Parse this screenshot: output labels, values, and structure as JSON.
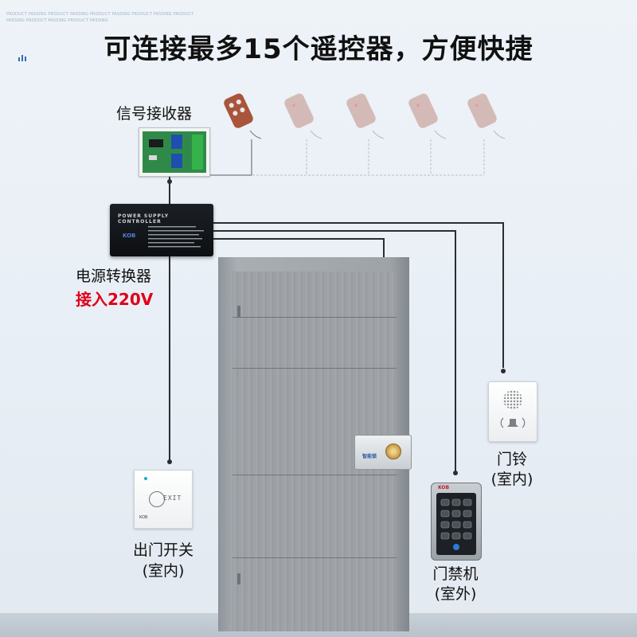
{
  "header": {
    "small_text": "PRODUCT PASSING PRODUCT PASSING PRODUCT PASSING PRODUCT PASSING PRODUCT PASSING PRODUCT PASSING PRODUCT PASSING",
    "title": "可连接最多15个遥控器，方便快捷"
  },
  "receiver": {
    "label": "信号接收器"
  },
  "controller": {
    "label": "电源转换器",
    "power_note": "接入220V",
    "panel_title": "POWER SUPPLY CONTROLLER",
    "brand": "KOB"
  },
  "exit_button": {
    "label_line1": "出门开关",
    "label_line2": "(室内)",
    "face_text": "EXIT",
    "brand": "KOB"
  },
  "access_keypad": {
    "label_line1": "门禁机",
    "label_line2": "(室外)",
    "brand": "KOB"
  },
  "doorbell": {
    "label_line1": "门铃",
    "label_line2": "(室内)"
  },
  "lock": {
    "brand": "智能锁"
  },
  "colors": {
    "accent_red": "#e0001b",
    "wire": "#2a2d31",
    "remote_link": "#b9bec4"
  },
  "remote_count_shown": 5
}
